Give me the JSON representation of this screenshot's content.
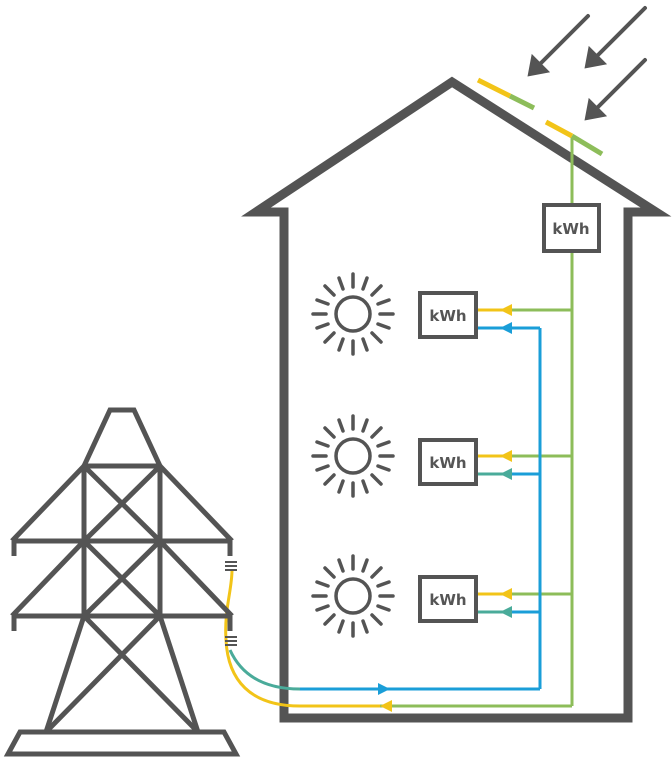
{
  "diagram": {
    "meters": [
      {
        "id": "roof",
        "label": "kWh"
      },
      {
        "id": "unit1",
        "label": "kWh"
      },
      {
        "id": "unit2",
        "label": "kWh"
      },
      {
        "id": "unit3",
        "label": "kWh"
      }
    ],
    "colors": {
      "outline": "#545454",
      "solar_line": "#8dbd5a",
      "supply_line": "#f2c418",
      "grid_line": "#1a9ed8",
      "teal_line": "#4aab9a",
      "sun": "#545454"
    },
    "icons": {
      "sun_rays": "arrow-down-left-icon",
      "house": "house-icon",
      "pylon": "power-pylon-icon",
      "solar_panel": "solar-panel-icon",
      "sun": "sun-icon"
    }
  }
}
